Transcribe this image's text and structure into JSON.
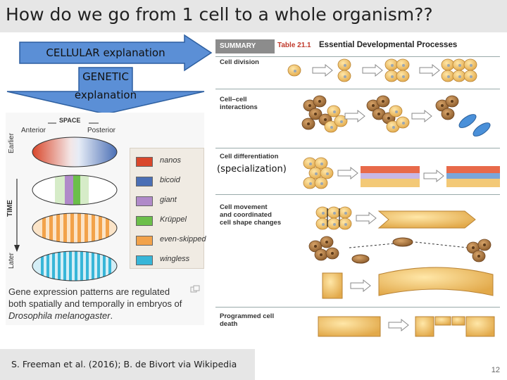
{
  "title": "How do we go from 1 cell to a whole organism??",
  "arrows": {
    "cellular": "CELLULAR explanation",
    "genetic_line1": "GENETIC",
    "genetic_line2": "explanation"
  },
  "figure": {
    "space_label": "SPACE",
    "anterior": "Anterior",
    "posterior": "Posterior",
    "time_label": "TIME",
    "earlier": "Earlier",
    "later": "Later",
    "legend": [
      {
        "name": "nanos",
        "color": "#d9472b"
      },
      {
        "name": "bicoid",
        "color": "#4b6fb5"
      },
      {
        "name": "giant",
        "color": "#b08ac9"
      },
      {
        "name": "Krüppel",
        "color": "#6cbf4a"
      },
      {
        "name": "even-skipped",
        "color": "#f2a24a"
      },
      {
        "name": "wingless",
        "color": "#38b6d8"
      }
    ],
    "caption_line1": "Gene expression patterns are regulated",
    "caption_line2": "both spatially and temporally in embryos of",
    "caption_species": "Drosophila melanogaster",
    "caption_end": "."
  },
  "table": {
    "summary": "SUMMARY",
    "table_no": "Table 21.1",
    "table_title": "Essential Developmental Processes",
    "processes": [
      {
        "line1": "Cell division",
        "line2": "",
        "line3": ""
      },
      {
        "line1": "Cell–cell",
        "line2": "interactions",
        "line3": ""
      },
      {
        "line1": "Cell differentiation",
        "line2": "",
        "line3": ""
      },
      {
        "line1": "Cell movement",
        "line2": "and coordinated",
        "line3": "cell shape changes"
      },
      {
        "line1": "Programmed cell",
        "line2": "death",
        "line3": ""
      }
    ],
    "specialization": "(specialization)"
  },
  "credit": "S. Freeman et al. (2016); B. de Bivort via Wikipedia",
  "page_number": "12"
}
